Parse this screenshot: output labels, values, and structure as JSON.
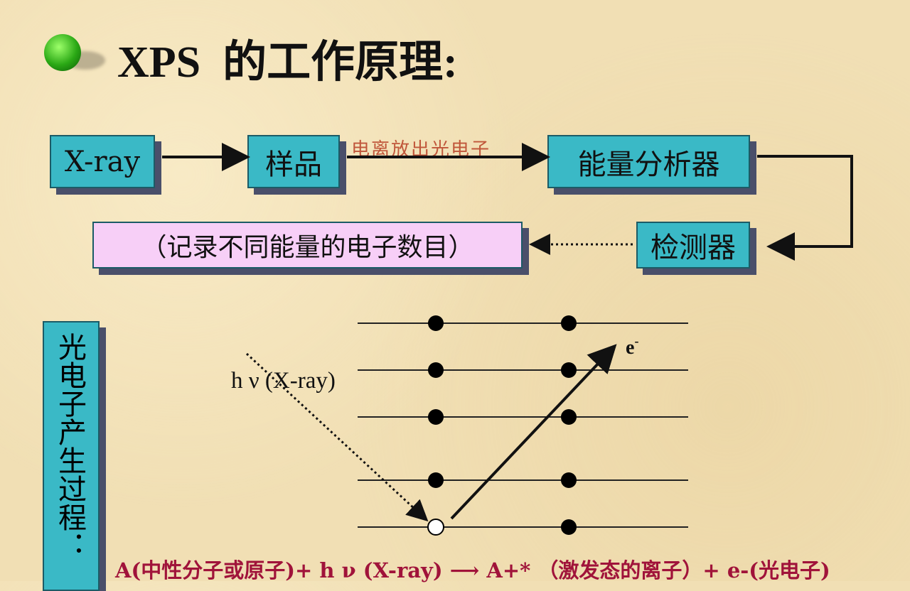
{
  "title": "XPS  的工作原理:",
  "flow": {
    "xray": "X-ray",
    "sample": "样品",
    "edge_label": "电离放出光电子",
    "analyzer": "能量分析器",
    "detector": "检测器",
    "record": "（记录不同能量的电子数目）"
  },
  "process_label": "光电子产生过程：",
  "diagram": {
    "photon_label": "h ν (X-ray)",
    "electron_label": "e",
    "electron_sup": "-"
  },
  "equation": "A(中性分子或原子)+ h ν (X-ray) ⟶ A+* （激发态的离子）+ e-(光电子)",
  "colors": {
    "box": "#3ab9c6",
    "pink_box": "#f7cff7",
    "equation": "#a0133a",
    "bullet": "#2aa815"
  }
}
